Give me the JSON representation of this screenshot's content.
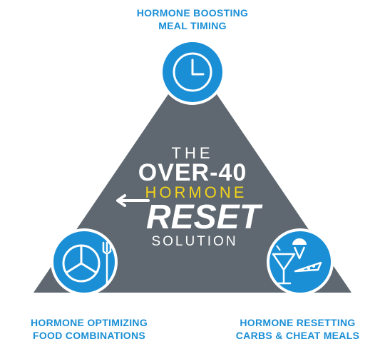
{
  "labels": {
    "top": [
      "HORMONE BOOSTING",
      "MEAL TIMING"
    ],
    "left": [
      "HORMONE OPTIMIZING",
      "FOOD COMBINATIONS"
    ],
    "right": [
      "HORMONE RESETTING",
      "CARBS & CHEAT MEALS"
    ]
  },
  "title": {
    "line1": "THE",
    "line2": "OVER-40",
    "line3": "HORMONE",
    "line4": "RESET",
    "line5": "SOLUTION"
  },
  "colors": {
    "accent": "#1a8fd6",
    "triangle": "#5f6870",
    "hormone_text": "#f2d31b",
    "white": "#ffffff"
  },
  "icons": {
    "top": "clock-icon",
    "left": "plate-fork-icon",
    "right": "cocktail-icecream-pizza-icon"
  }
}
